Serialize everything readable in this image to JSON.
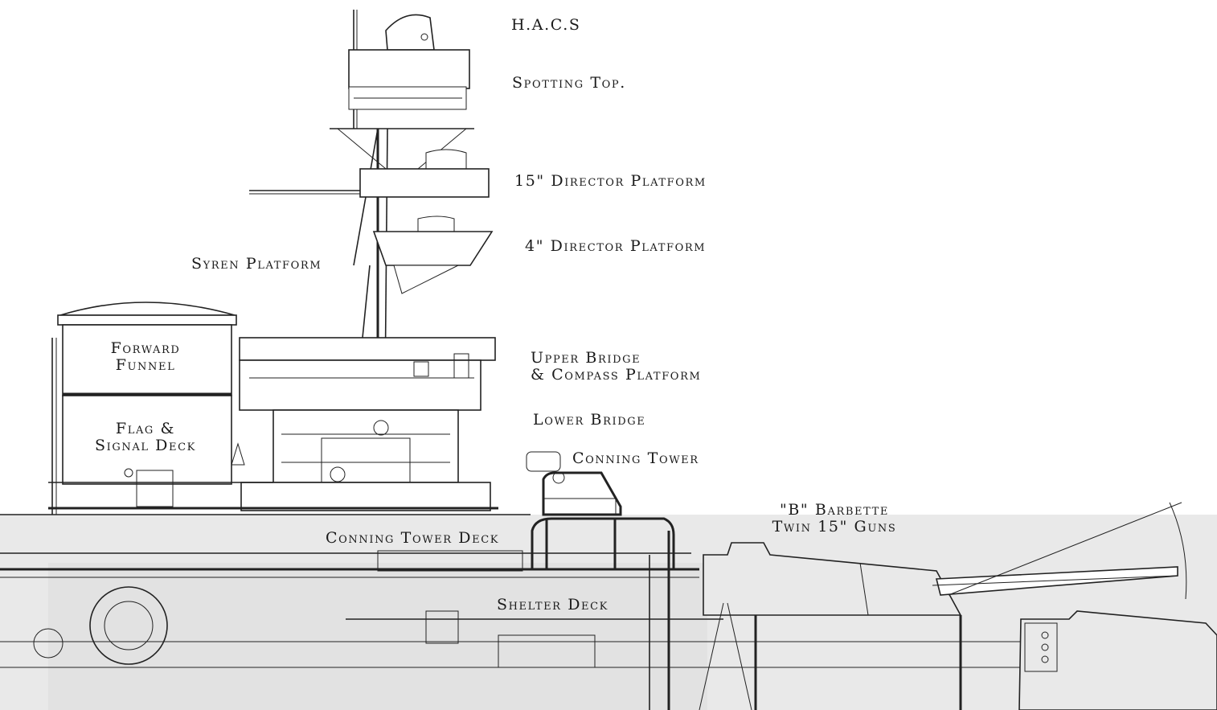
{
  "labels": {
    "hacs": "H.A.C.S",
    "spotting_top": "Spotting Top.",
    "director_15": "15\" Director Platform",
    "director_4": "4\" Director Platform",
    "syren": "Syren Platform",
    "forward_funnel": [
      "Forward",
      "Funnel"
    ],
    "flag_signal": [
      "Flag &",
      "Signal Deck"
    ],
    "upper_bridge": [
      "Upper Bridge",
      "& Compass Platform"
    ],
    "lower_bridge": "Lower Bridge",
    "conning_tower": "Conning Tower",
    "b_barbette": [
      "\"B\" Barbette",
      "Twin 15\" Guns"
    ],
    "conning_tower_deck": "Conning Tower Deck",
    "shelter_deck": "Shelter Deck"
  },
  "colors": {
    "ink": "#1a1a1a",
    "paper": "#ffffff",
    "shade": "#e9e9e9"
  }
}
